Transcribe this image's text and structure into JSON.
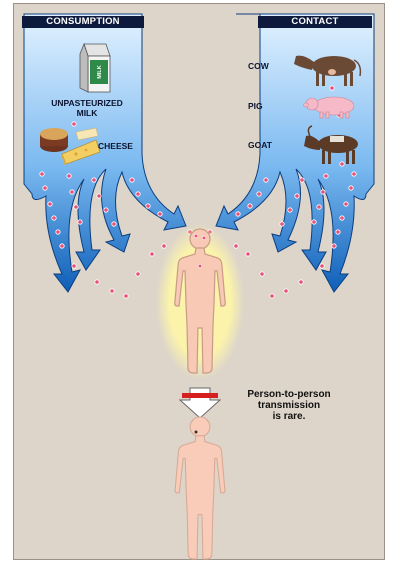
{
  "headers": {
    "consumption": "CONSUMPTION",
    "contact": "CONTACT"
  },
  "consumption_items": {
    "milk_line1": "UNPASTEURIZED",
    "milk_line2": "MILK",
    "cheese": "CHEESE",
    "milk_carton_text": "MILK"
  },
  "contact_items": {
    "cow": "COW",
    "pig": "PIG",
    "goat": "GOAT"
  },
  "transmission_note": {
    "line1": "Person-to-person",
    "line2": "transmission",
    "line3": "is rare."
  },
  "colors": {
    "panel_background": "#ddd5c9",
    "arrow_light": "#d6ecff",
    "arrow_dark": "#1468c2",
    "header_background": "#0d1a3d",
    "bacteria": "#e8527a",
    "human_skin": "#f8c9b5",
    "infection_glow": "#fff4a0",
    "block_red": "#d62020"
  },
  "icons": [
    "milk-carton-icon",
    "cheese-icon",
    "cow-icon",
    "pig-icon",
    "goat-icon",
    "human-figure-icon",
    "blocked-arrow-icon"
  ]
}
